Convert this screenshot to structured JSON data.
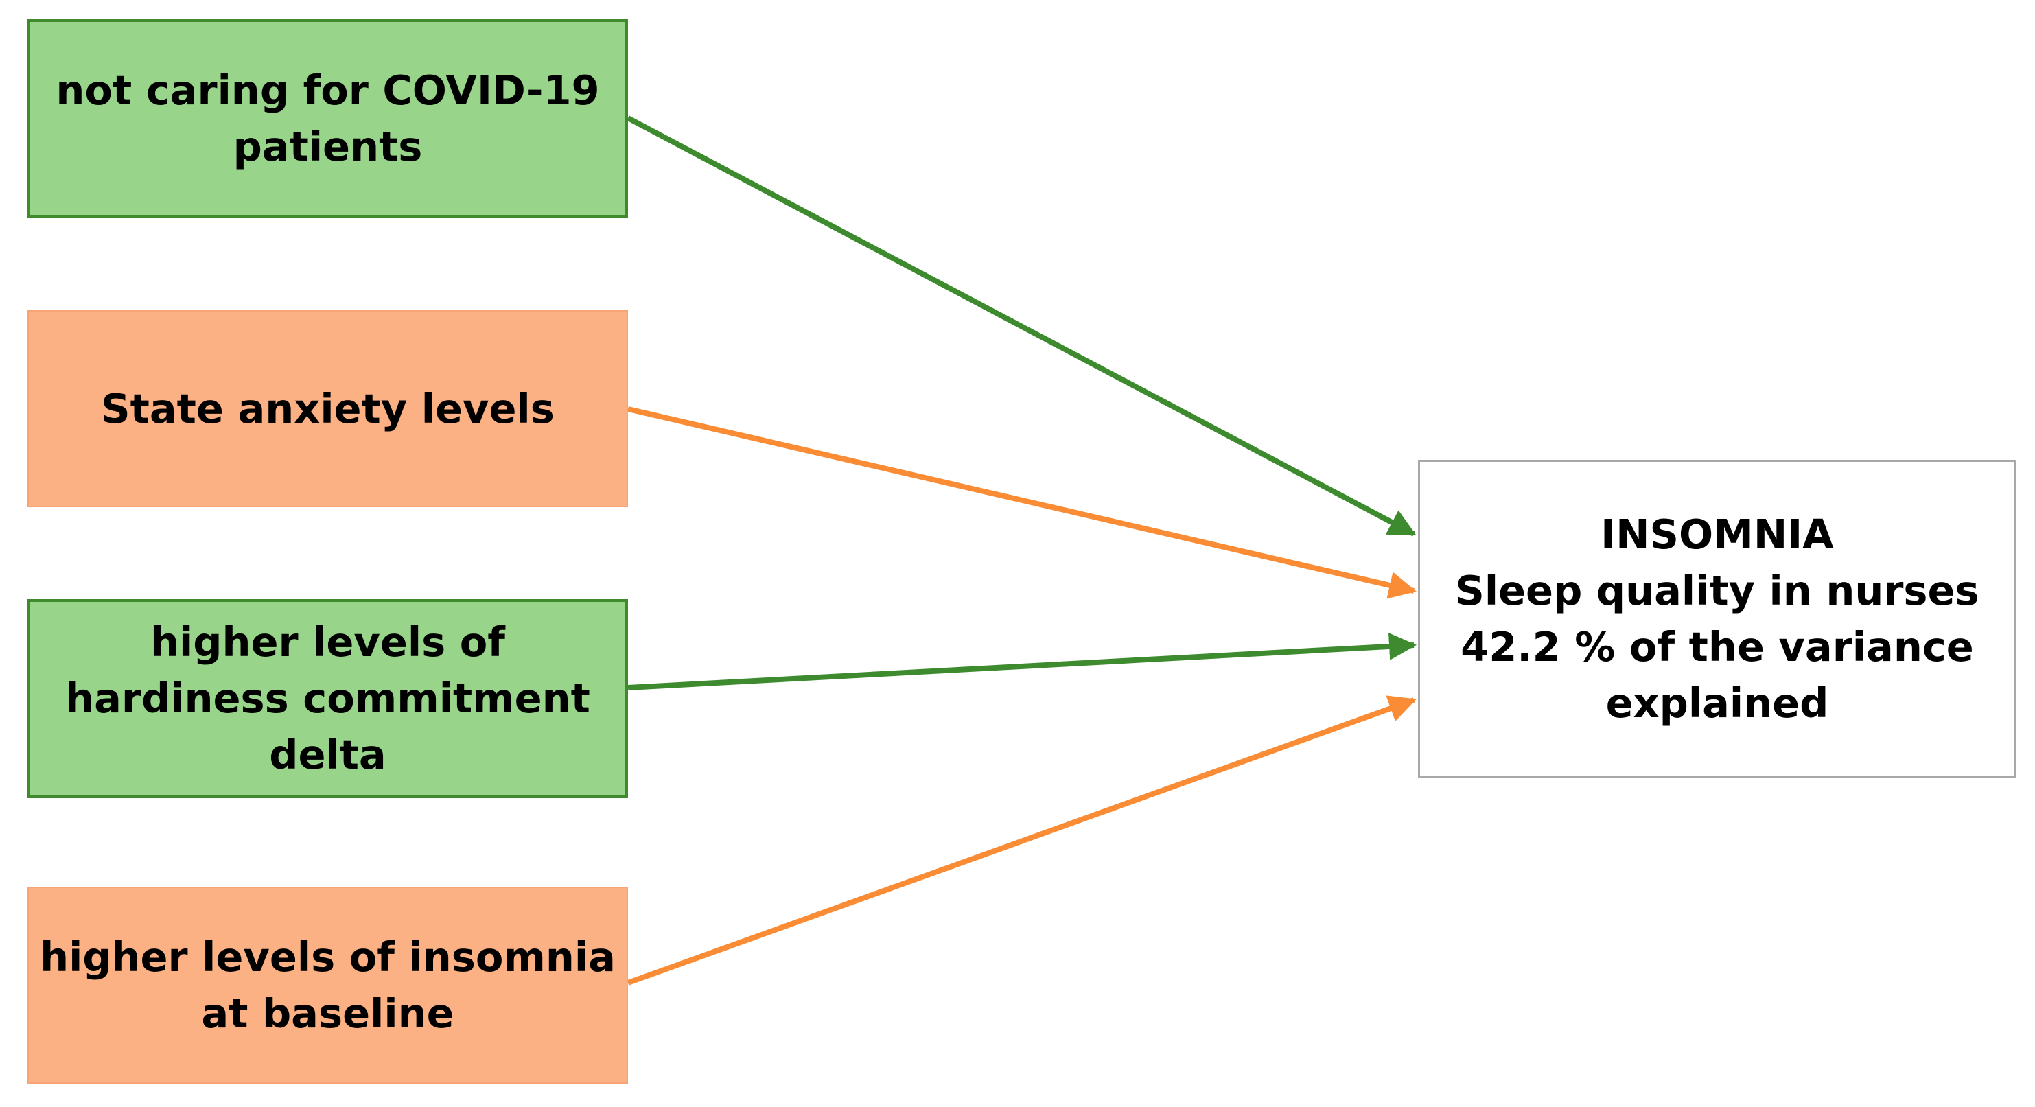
{
  "diagram": {
    "factors": [
      {
        "label": "not caring for COVID-19\npatients",
        "effect": "protective",
        "color": "#98d48a"
      },
      {
        "label": "State anxiety levels",
        "effect": "risk",
        "color": "#fbb184"
      },
      {
        "label": "higher levels of\nhardiness commitment\ndelta",
        "effect": "protective",
        "color": "#98d48a"
      },
      {
        "label": "higher levels of insomnia\nat baseline",
        "effect": "risk",
        "color": "#fbb184"
      }
    ],
    "outcome": {
      "title": "INSOMNIA",
      "subtitle": "Sleep quality in nurses",
      "variance_line1": "42.2 % of the variance",
      "variance_line2": "explained"
    },
    "arrow_colors": {
      "protective": "#3d8b2e",
      "risk": "#fa8c35"
    }
  }
}
